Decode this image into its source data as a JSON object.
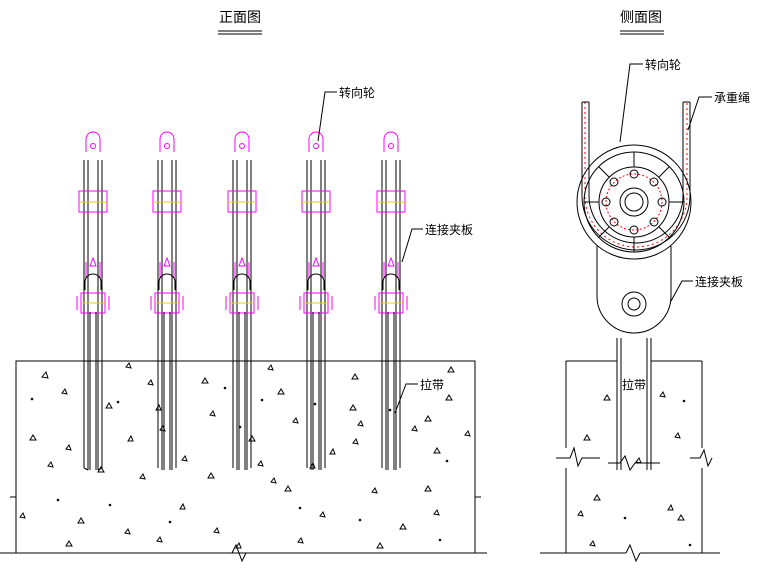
{
  "front_view": {
    "title": "正面图",
    "labels": {
      "steering_wheel": "转向轮",
      "connecting_plate": "连接夹板",
      "strap": "拉带"
    }
  },
  "side_view": {
    "title": "侧面图",
    "labels": {
      "steering_wheel": "转向轮",
      "load_rope": "承重绳",
      "connecting_plate": "连接夹板",
      "strap": "拉带"
    }
  }
}
